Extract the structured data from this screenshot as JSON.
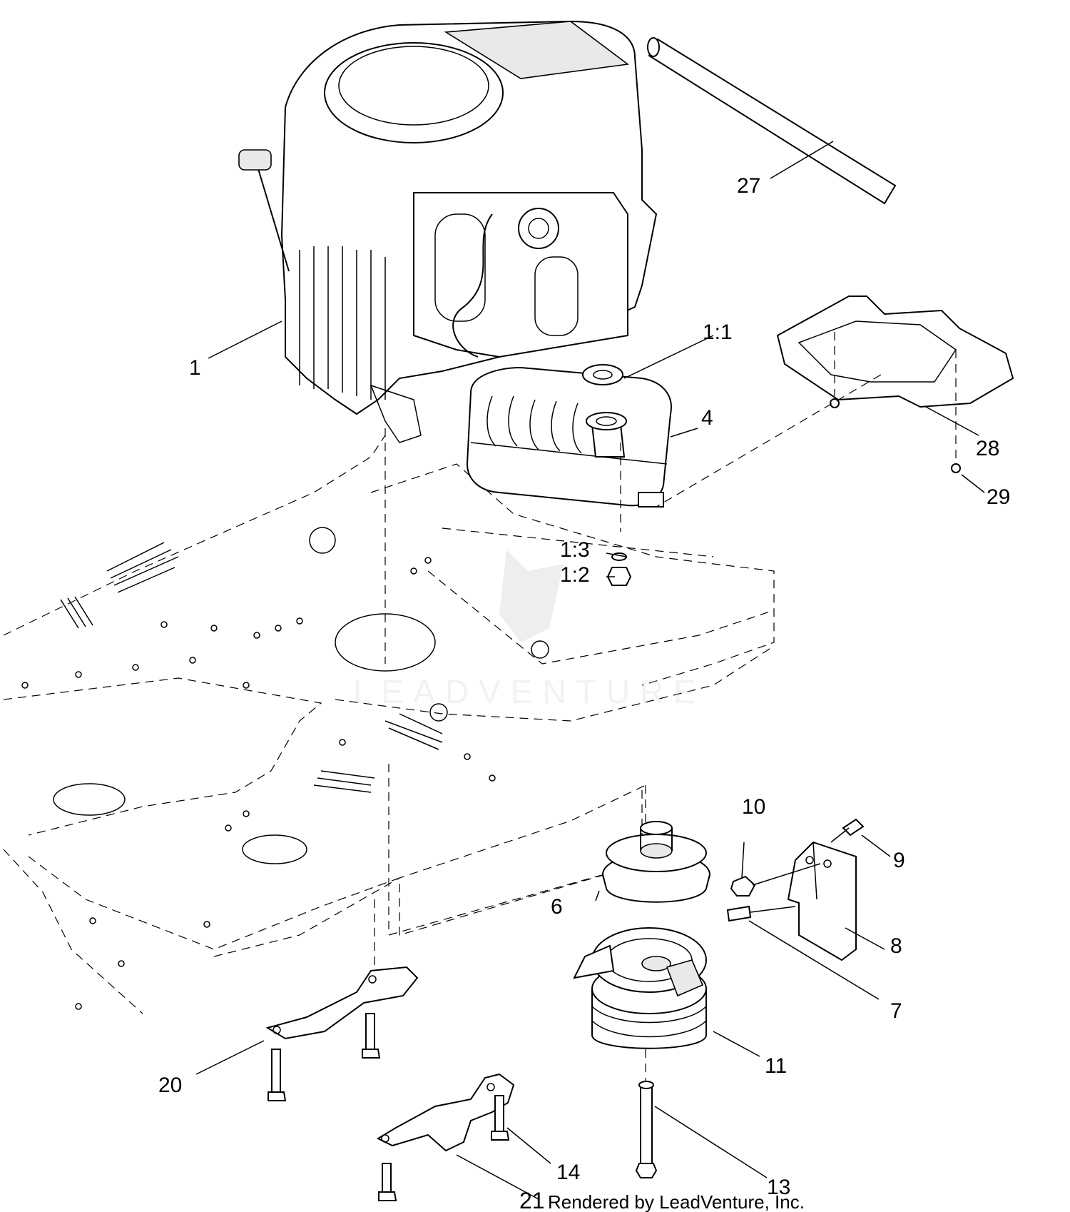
{
  "callouts": {
    "c1": "1",
    "c1_1": "1:1",
    "c1_2": "1:2",
    "c1_3": "1:3",
    "c4": "4",
    "c6": "6",
    "c7": "7",
    "c8": "8",
    "c9": "9",
    "c10": "10",
    "c11": "11",
    "c13": "13",
    "c14": "14",
    "c20": "20",
    "c21": "21",
    "c27": "27",
    "c28": "28",
    "c29": "29"
  },
  "watermark": "LEADVENTURE",
  "credit": "Rendered by LeadVenture, Inc."
}
